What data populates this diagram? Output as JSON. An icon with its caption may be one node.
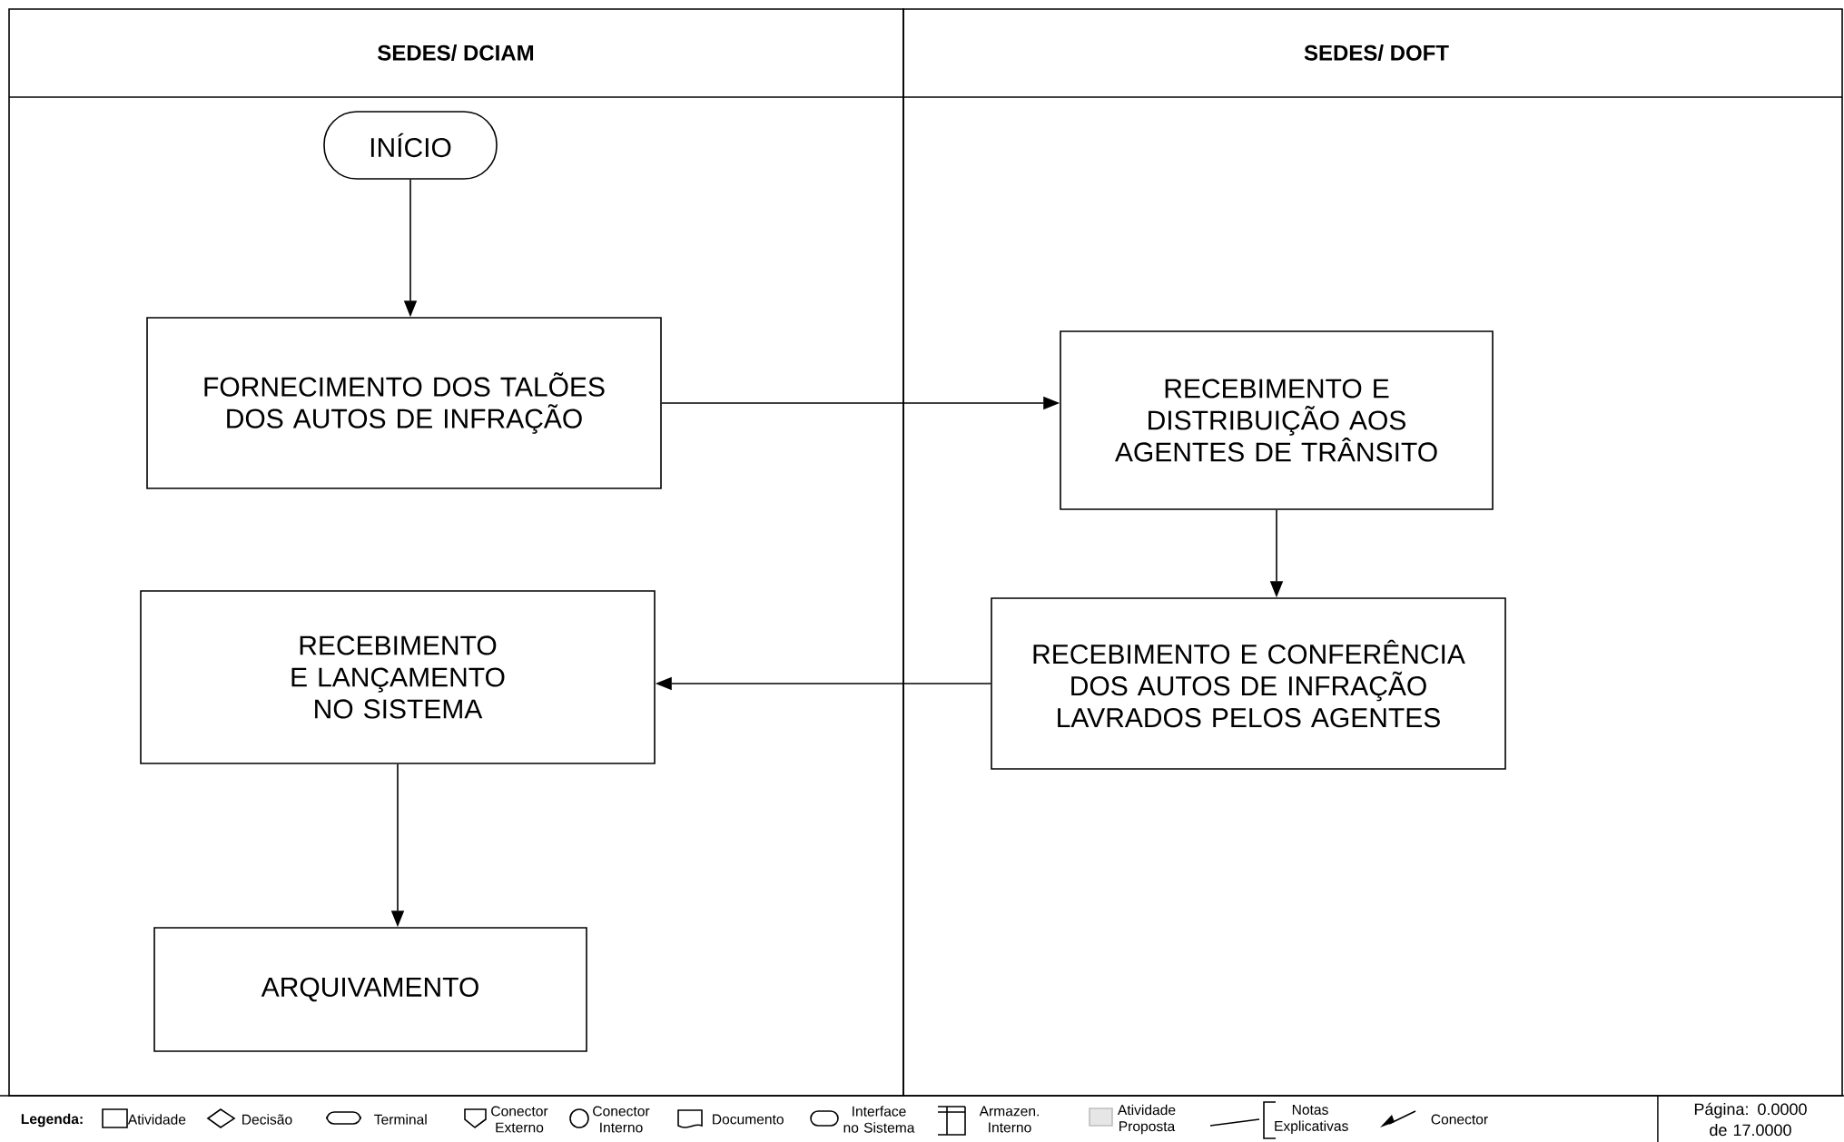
{
  "diagram": {
    "nodes": [
      {
        "text": [
          "SEDES/ DCIAM"
        ]
      },
      {
        "text": [
          "SEDES/ DOFT"
        ]
      },
      {
        "text": [
          "INÍCIO"
        ],
        "in": 0
      },
      {
        "text": [
          "FORNECIMENTO DOS TALÕES DOS AUTOS DE INFRAÇÃO"
        ],
        "in": 0
      },
      {
        "text": [
          "RECEBIMENTO E DISTRIBUIÇÃO AOS AGENTES DE TRÂNSITO"
        ],
        "in": 1
      },
      {
        "text": [
          "RECEBIMENTO E CONFERÊNCIA DOS AUTOS DE INFRAÇÃO LAVRADOS PELOS AGENTES"
        ],
        "in": 1
      },
      {
        "text": [
          "RECEBIMENTO E LANÇAMENTO NO SISTEMA"
        ],
        "in": 0
      },
      {
        "text": [
          "ARQUIVAMENTO"
        ],
        "in": 0
      }
    ],
    "edges": [
      {
        "from": 2,
        "to": 3,
        "arrow": "to"
      },
      {
        "from": 3,
        "to": 4,
        "arrow": "to"
      },
      {
        "from": 4,
        "to": 5,
        "arrow": "to"
      },
      {
        "from": 5,
        "to": 6,
        "arrow": "to"
      },
      {
        "from": 6,
        "to": 7,
        "arrow": "to"
      }
    ],
    "labels": [
      "Legenda:",
      "Página: 0.0000 de 17.0000"
    ],
    "legend": [
      {
        "text": "Atividade"
      },
      {
        "text": "Decisão"
      },
      {
        "text": "Terminal"
      },
      {
        "text": "Conector Externo"
      },
      {
        "text": "Conector Interno"
      },
      {
        "text": "Documento"
      },
      {
        "text": "Interface no Sistema"
      },
      {
        "text": "Armazen. Interno"
      },
      {
        "text": "Atividade Proposta",
        "color": "#e6e6e6"
      },
      {
        "text": "Notas Explicativas"
      },
      {
        "text": "Conector"
      }
    ]
  }
}
